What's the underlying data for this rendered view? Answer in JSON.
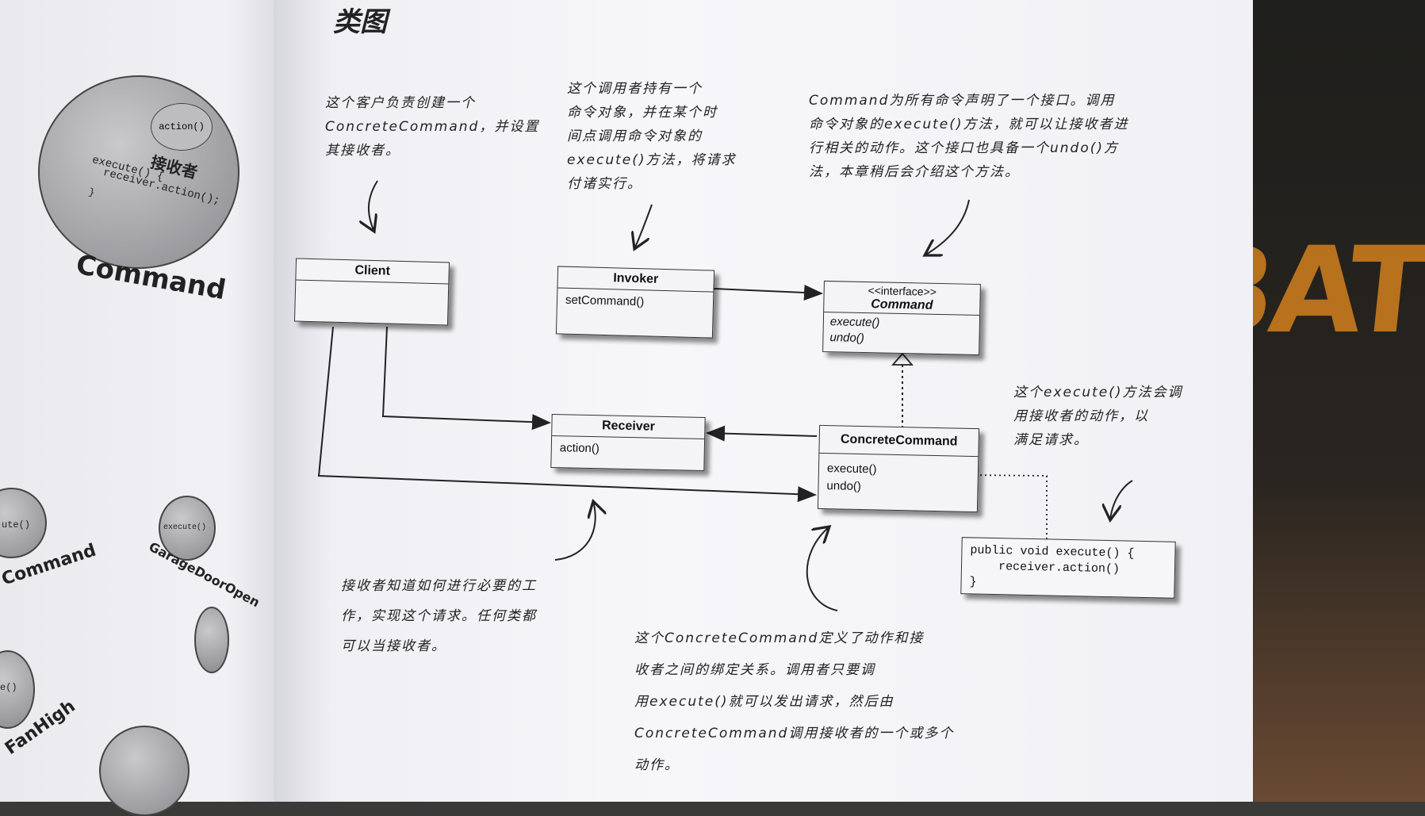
{
  "page": {
    "title": "类图"
  },
  "notes": {
    "client": [
      "这个客户负责创建一个",
      "ConcreteCommand，并设置",
      "其接收者。"
    ],
    "invoker": [
      "这个调用者持有一个",
      "命令对象，并在某个时",
      "间点调用命令对象的",
      "execute()方法，将请求",
      "付诸实行。"
    ],
    "command": [
      "Command为所有命令声明了一个接口。调用",
      "命令对象的execute()方法，就可以让接收者进",
      "行相关的动作。这个接口也具备一个undo()方",
      "法，本章稍后会介绍这个方法。"
    ],
    "execute": [
      "这个execute()方法会调",
      "用接收者的动作，以",
      "满足请求。"
    ],
    "receiver": [
      "接收者知道如何进行必要的工",
      "作，实现这个请求。任何类都",
      "可以当接收者。"
    ],
    "concrete": [
      "这个ConcreteCommand定义了动作和接",
      "收者之间的绑定关系。调用者只要调",
      "用execute()就可以发出请求，然后由",
      "ConcreteCommand调用接收者的一个或多个",
      "动作。"
    ]
  },
  "classes": {
    "client": {
      "name": "Client",
      "methods": []
    },
    "invoker": {
      "name": "Invoker",
      "methods": [
        "setCommand()"
      ]
    },
    "command": {
      "stereotype": "<<interface>>",
      "name": "Command",
      "methods": [
        "execute()",
        "undo()"
      ]
    },
    "receiver": {
      "name": "Receiver",
      "methods": [
        "action()"
      ]
    },
    "concrete": {
      "name": "ConcreteCommand",
      "methods": [
        "execute()",
        "undo()"
      ]
    }
  },
  "code": [
    "public void execute() {",
    "    receiver.action()",
    "}"
  ],
  "left_page": {
    "big_bubble_inner": "action()",
    "big_bubble_label": "接收者",
    "big_bubble_code": [
      "execute() {",
      "  receiver.action();",
      "}"
    ],
    "command_label": "Command",
    "lower_labels": {
      "command": "Command",
      "garage": "GarageDoorOpen",
      "fan": "FanHigh",
      "execute_small": "execute()",
      "ute": "ute()",
      "e": "e()"
    }
  },
  "poster": {
    "text": "BAT"
  }
}
